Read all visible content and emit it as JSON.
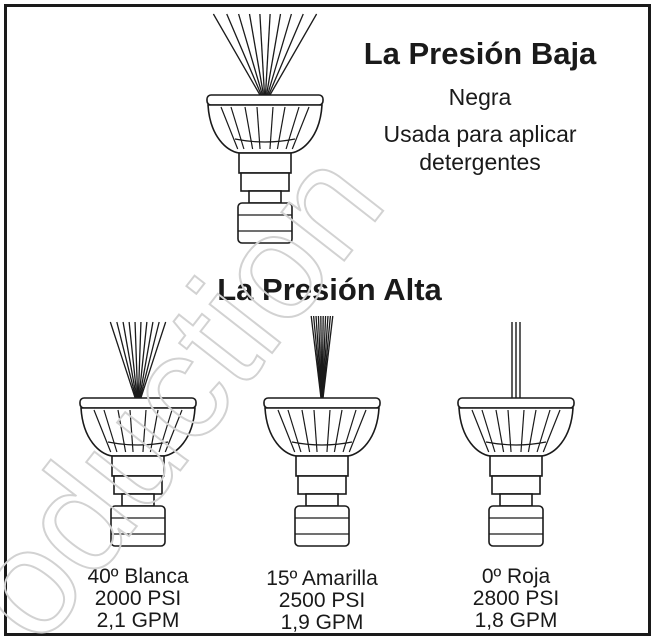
{
  "low_pressure": {
    "title": "La Presión Baja",
    "color": "Negra",
    "use": "Usada para aplicar detergentes"
  },
  "high_pressure": {
    "title": "La Presión Alta",
    "nozzles": [
      {
        "label": "40º Blanca",
        "pressure": "2000 PSI",
        "flow": "2,1 GPM",
        "spray_angle_deg": 40
      },
      {
        "label": "15º Amarilla",
        "pressure": "2500 PSI",
        "flow": "1,9 GPM",
        "spray_angle_deg": 15
      },
      {
        "label": "0º Roja",
        "pressure": "2800 PSI",
        "flow": "1,8 GPM",
        "spray_angle_deg": 0
      }
    ]
  },
  "low_pressure_spray_angle_deg": 65,
  "watermark": "oduction"
}
